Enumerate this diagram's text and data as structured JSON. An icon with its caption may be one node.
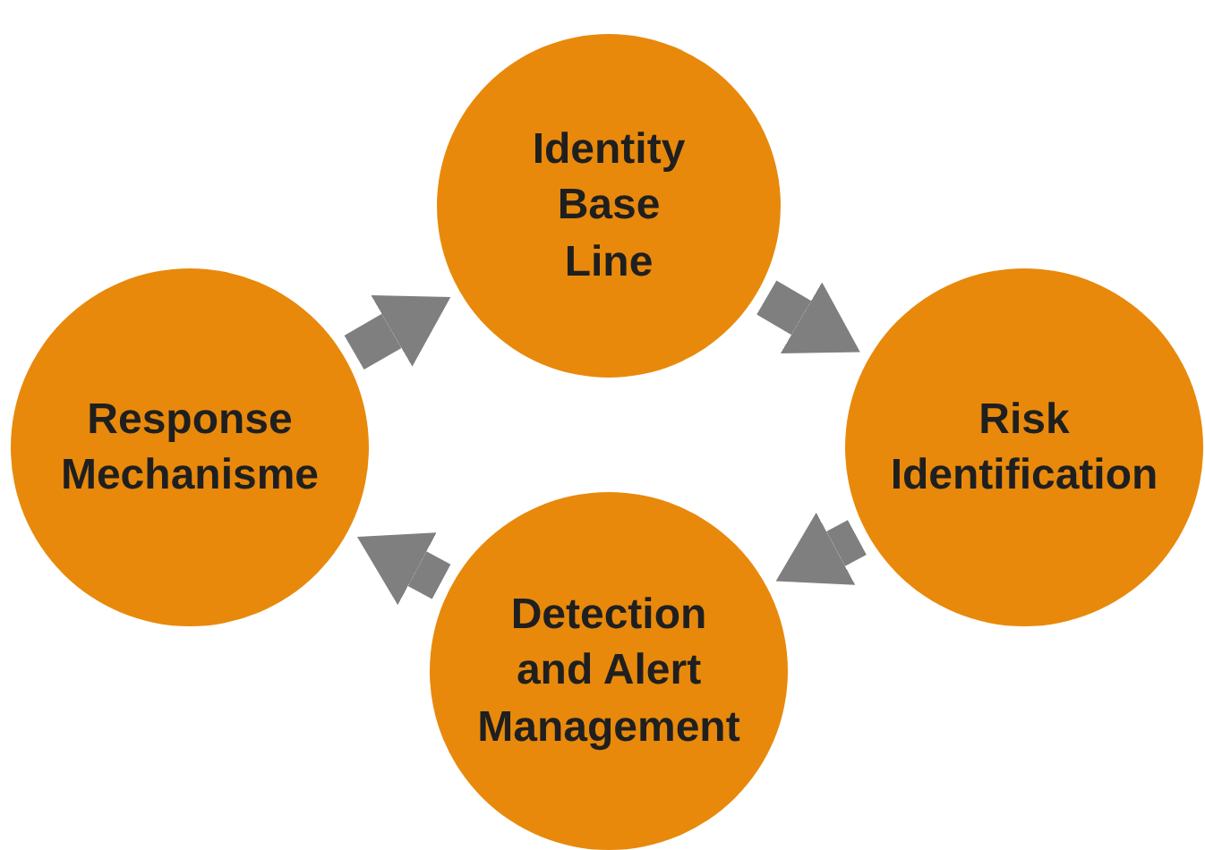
{
  "diagram": {
    "nodes": [
      {
        "text": [
          "Identity Base Line"
        ]
      },
      {
        "text": [
          "Risk Identification"
        ]
      },
      {
        "text": [
          "Detection and Alert Management"
        ]
      },
      {
        "text": [
          "Response Mechanisme"
        ]
      }
    ],
    "edges": [
      {
        "from": 3,
        "to": 0,
        "arrow": "to"
      },
      {
        "from": 0,
        "to": 1,
        "arrow": "to"
      },
      {
        "from": 1,
        "to": 2,
        "arrow": "to"
      },
      {
        "from": 2,
        "to": 3,
        "arrow": "to"
      }
    ]
  }
}
